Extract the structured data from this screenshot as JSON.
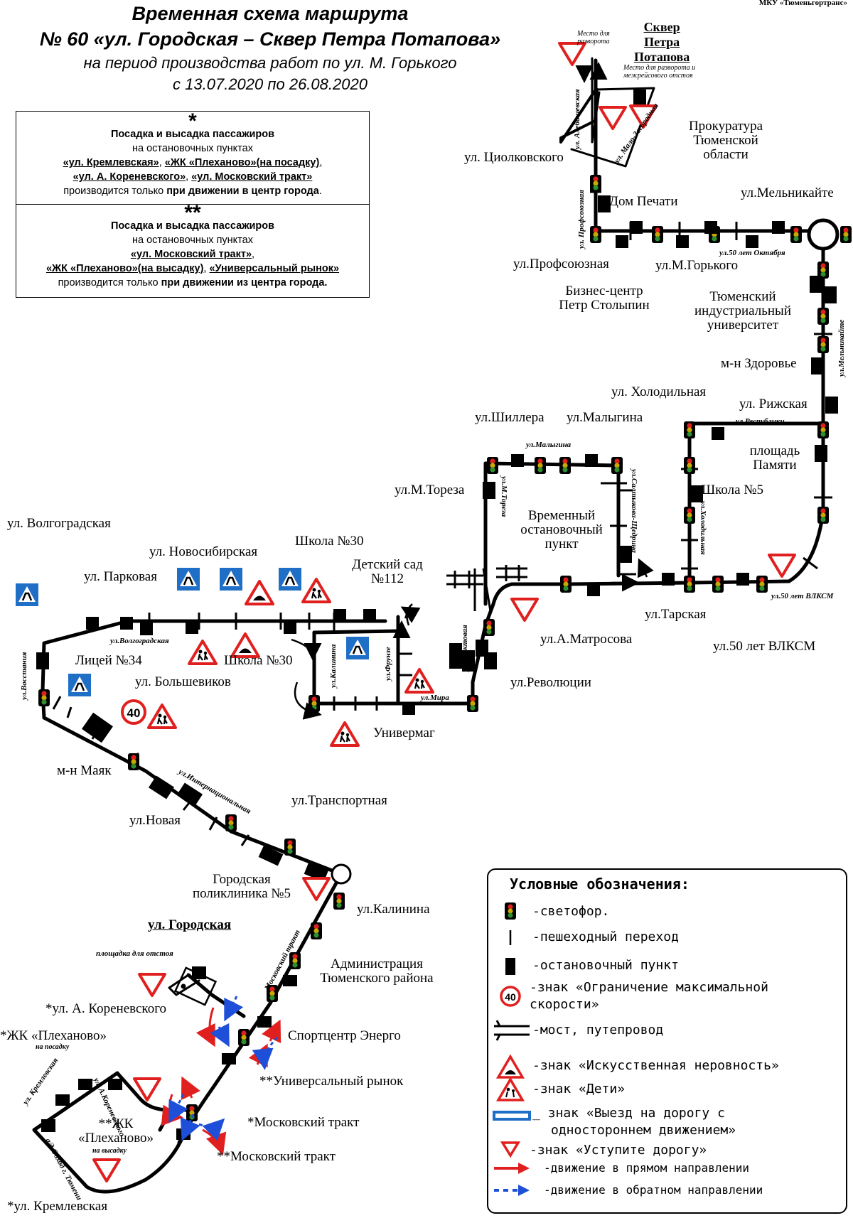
{
  "header": {
    "org": "МКУ «Тюменьгортранс»",
    "title_line1": "Временная схема маршрута",
    "title_line2": "№ 60 «ул. Городская – Сквер Петра Потапова»",
    "title_line3": "на период производства работ по ул. М. Горького",
    "title_line4": "с 13.07.2020 по 26.08.2020"
  },
  "notes": [
    {
      "mark": "*",
      "heading": "Посадка и высадка пассажиров",
      "line2": "на остановочных пунктах",
      "line3a": "«ул. Кремлевская»",
      "line3b": "«ЖК «Плеханово»(на посадку)",
      "line4a": "«ул. А. Кореневского»",
      "line4b": "«ул. Московский тракт»",
      "line5a": "производится только ",
      "line5b": "при движении в центр города"
    },
    {
      "mark": "**",
      "heading": "Посадка и высадка пассажиров",
      "line2": "на остановочных пунктах",
      "line3a": "«ул. Московский тракт»",
      "line4a": "«ЖК «Плеханово»(на высадку)",
      "line4b": "«Универсальный рынок»",
      "line5a": "производится только ",
      "line5b": "при движении из центра города."
    }
  ],
  "places": {
    "skver": "Сквер Петра Потапова",
    "skver1": "Сквер",
    "skver2": "Петра",
    "skver3": "Потапова",
    "u_turn": "Место для разворота",
    "u_turn1": "Место для",
    "u_turn2": "разворота",
    "rest1": "Место для разворота и",
    "rest2": "межрейсового отстоя",
    "tsiolkovskogo": "ул. Циолковского",
    "prokuratura1": "Прокуратура",
    "prokuratura2": "Тюменской",
    "prokuratura3": "области",
    "dom_pechati": "Дом Печати",
    "melnikaite": "ул.Мельникайте",
    "profsoyuznaya": "ул.Профсоюзная",
    "m_gorkogo": "ул.М.Горького",
    "biz1": "Бизнес-центр",
    "biz2": "Петр Столыпин",
    "tiu1": "Тюменский",
    "tiu2": "индустриальный",
    "tiu3": "университет",
    "zdorovye": "м-н Здоровье",
    "holodilnaya": "ул. Холодильная",
    "rizhskaya": "ул. Рижская",
    "ploshchad1": "площадь",
    "ploshchad2": "Памяти",
    "shkola5": "Школа №5",
    "shillera": "ул.Шиллера",
    "malygina": "ул.Малыгина",
    "toreza": "ул.М.Тореза",
    "vremen1": "Временный",
    "vremen2": "остановочный",
    "vremen3": "пункт",
    "tarskaya": "ул.Тарская",
    "vlksm": "ул.50 лет ВЛКСМ",
    "matrosova": "ул.А.Матросова",
    "revolyutsii": "ул.Революции",
    "univermag": "Универмаг",
    "volgogradskaya": "ул. Волгоградская",
    "novosibirskaya": "ул. Новосибирская",
    "parkovaya": "ул. Парковая",
    "shkola30a": "Школа №30",
    "detsad1": "Детский сад",
    "detsad2": "№112",
    "litsey": "Лицей №34",
    "shkola30b": "Школа №30",
    "bolshevikov": "ул. Большевиков",
    "mayak": "м-н Маяк",
    "novaya": "ул.Новая",
    "transportnaya": "ул.Транспортная",
    "poliklinika1": "Городская",
    "poliklinika2": "поликлиника №5",
    "kalinina": "ул.Калинина",
    "gorodskaya": "ул. Городская",
    "otstoy": "площадка для отстоя",
    "admin1": "Администрация",
    "admin2": "Тюменского района",
    "korenevskogo": "*ул. А. Кореневского",
    "plekhanovo_up": "*ЖК «Плеханово»",
    "na_posadku": "на посадку",
    "energo": "Спортцентр Энерго",
    "rynok": "**Универсальный рынок",
    "plekhanovo_down1": "**ЖК",
    "plekhanovo_down2": "«Плеханово»",
    "na_vysadku": "на высадку",
    "mosk1": "*Московский тракт",
    "mosk2": "**Московский тракт",
    "kremlevskaya": "*ул. Кремлевская"
  },
  "streets": {
    "alebashevskaya": "ул. Алебашевская",
    "malo_zagorodnaya": "ул. Мало-Загородная",
    "profsoyuznaya": "ул. Профсоюзная",
    "oktyabrya": "ул.50 лет Октября",
    "melnikaite": "ул.Мельникайте",
    "respubliki": "ул.Республики",
    "malygina": "ул.Малыгина",
    "saltykova": "ул.Салтыкова-Щедрина",
    "toreza": "ул.М.Тореза",
    "kholodilnaya": "ул.Холодильная",
    "vlksm": "ул.50 лет ВЛКСМ",
    "traktovaya": "ул.Трактовая",
    "mira": "ул.Мира",
    "frunze": "ул.Фрунзе",
    "kalinina": "ул.Калинина",
    "volgogradskaya": "ул.Волгоградская",
    "vosstaniya": "ул.Восстания",
    "internatsionalnaya": "ул.Интернациональная",
    "moskovskiy": "Московский тракт",
    "kremlevskaya": "ул. Кремлевская",
    "a_korenevskogo": "ул. А.Кореневского",
    "obkhod": "а/д Обход г. Тюмени"
  },
  "speed_limit": "40",
  "legend": {
    "title": "Условные обозначения:",
    "items": [
      {
        "icon": "traffic-light-icon",
        "label": "-светофор."
      },
      {
        "icon": "crosswalk-icon",
        "label": "-пешеходный переход"
      },
      {
        "icon": "bus-stop-icon",
        "label": "-остановочный пункт"
      },
      {
        "icon": "speed-limit-icon",
        "label": "-знак «Ограничение максимальной",
        "label2": "скорости»"
      },
      {
        "icon": "bridge-icon",
        "label": "-мост, путепровод"
      },
      {
        "icon": "speed-bump-sign-icon",
        "label": "-знак «Искусственная неровность»"
      },
      {
        "icon": "children-sign-icon",
        "label": "-знак «Дети»"
      },
      {
        "icon": "one-way-exit-sign-icon",
        "label": "_ знак «Выезд на дорогу с",
        "label2": "одностороннем движением»"
      },
      {
        "icon": "yield-sign-icon",
        "label": "-знак «Уступите дорогу»"
      },
      {
        "icon": "forward-arrow-icon",
        "label": "-движение в прямом направлении"
      },
      {
        "icon": "backward-arrow-icon",
        "label": "-движение в обратном направлении"
      }
    ]
  },
  "colors": {
    "forward": "#e0201e",
    "backward": "#1e4fd8",
    "sign_blue": "#1f6fc6",
    "sign_red": "#e0201e"
  }
}
